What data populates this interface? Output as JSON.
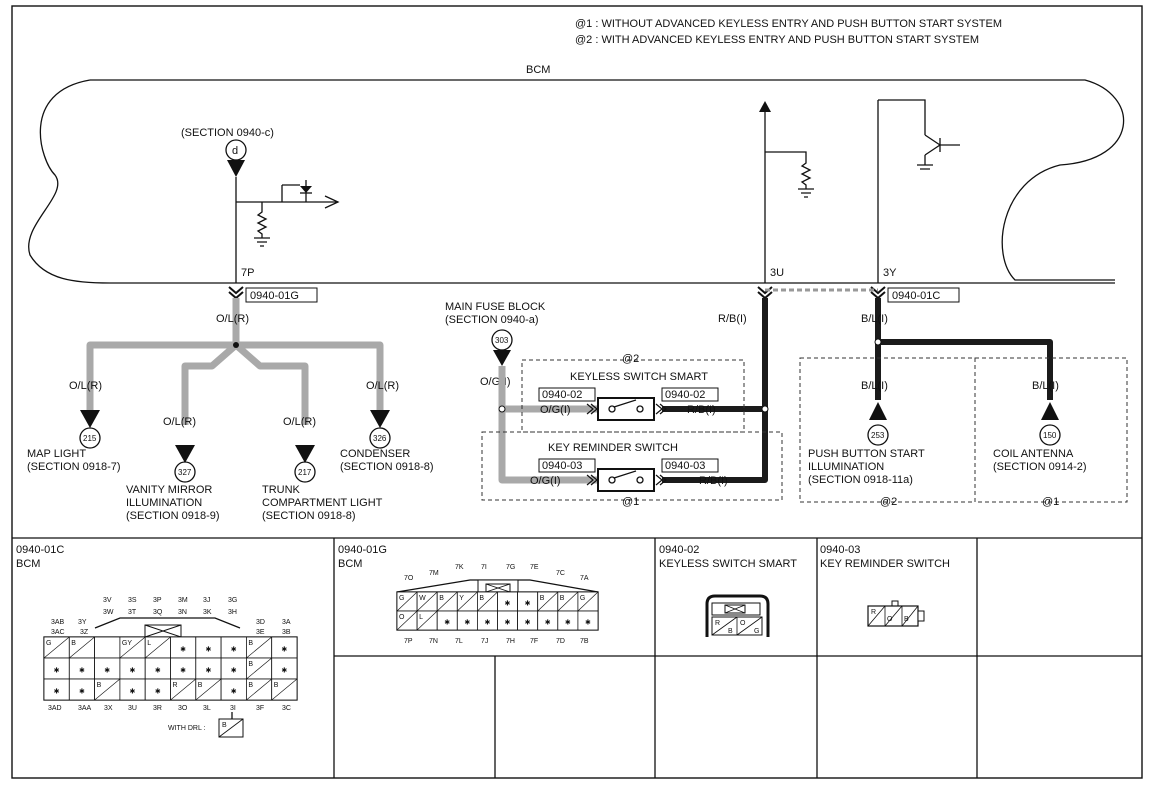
{
  "legend": {
    "note1": "@1 : WITHOUT ADVANCED KEYLESS ENTRY AND PUSH BUTTON START SYSTEM",
    "note2": "@2 : WITH ADVANCED KEYLESS ENTRY AND PUSH BUTTON START SYSTEM"
  },
  "bcm": {
    "title": "BCM",
    "section_ref": "(SECTION 0940-c)",
    "ref_marker": "d",
    "terminals": {
      "t7p": "7P",
      "t3u": "3U",
      "t3y": "3Y"
    },
    "connector_tags": {
      "left": "0940-01G",
      "right": "0940-01C"
    }
  },
  "left_branch": {
    "wire_main": "O/L(R)",
    "wires": [
      "O/L(R)",
      "O/L(R)",
      "O/L(R)",
      "O/L(R)"
    ],
    "loads": [
      {
        "num": "215",
        "line1": "MAP LIGHT",
        "line2": "(SECTION 0918-7)",
        "line3": ""
      },
      {
        "num": "327",
        "line1": "VANITY MIRROR",
        "line2": "ILLUMINATION",
        "line3": "(SECTION 0918-9)"
      },
      {
        "num": "217",
        "line1": "TRUNK",
        "line2": "COMPARTMENT LIGHT",
        "line3": "(SECTION 0918-8)"
      },
      {
        "num": "326",
        "line1": "CONDENSER",
        "line2": "(SECTION 0918-8)",
        "line3": ""
      }
    ]
  },
  "fuse": {
    "title": "MAIN FUSE BLOCK",
    "section": "(SECTION 0940-a)",
    "num": "303",
    "wire": "O/G(I)"
  },
  "switches": {
    "smart": {
      "variant": "@2",
      "title": "KEYLESS SWITCH SMART",
      "conn_left": "0940-02",
      "conn_right": "0940-02",
      "wire_in": "O/G(I)",
      "wire_out": "R/B(I)"
    },
    "reminder": {
      "variant": "@1",
      "title": "KEY REMINDER SWITCH",
      "conn_left": "0940-03",
      "conn_right": "0940-03",
      "wire_in": "O/G(I)",
      "wire_out": "R/B(I)"
    },
    "wire_3u": "R/B(I)"
  },
  "right_branch": {
    "wire_main": "B/L(I)",
    "loads": [
      {
        "num": "253",
        "wire": "B/L(I)",
        "line1": "PUSH BUTTON START",
        "line2": "ILLUMINATION",
        "line3": "(SECTION 0918-11a)",
        "variant": "@2"
      },
      {
        "num": "150",
        "wire": "B/L(I)",
        "line1": "COIL ANTENNA",
        "line2": "(SECTION 0914-2)",
        "line3": "",
        "variant": "@1"
      }
    ]
  },
  "connectors": {
    "c01c": {
      "code": "0940-01C",
      "name": "BCM",
      "top_row1": [
        "3V",
        "3S",
        "3P",
        "3M",
        "3J",
        "3G"
      ],
      "top_row2": [
        "3W",
        "3T",
        "3Q",
        "3N",
        "3K",
        "3H"
      ],
      "left_labels": [
        "3AB",
        "3AC",
        "3Y",
        "3Z"
      ],
      "right_labels": [
        "3D",
        "3A",
        "3E",
        "3B"
      ],
      "bottom_row": [
        "3AD",
        "3AA",
        "3X",
        "3U",
        "3R",
        "3O",
        "3L",
        "3I",
        "3F",
        "3C"
      ],
      "row1_cells": [
        "G",
        "B",
        "",
        "GY",
        "L",
        "✱",
        "✱",
        "✱",
        "B",
        "✱"
      ],
      "row2_cells": [
        "✱",
        "✱",
        "✱",
        "✱",
        "✱",
        "✱",
        "✱",
        "✱",
        "B",
        "✱"
      ],
      "row3_cells": [
        "✱",
        "✱",
        "B",
        "✱",
        "✱",
        "R",
        "B",
        "✱",
        "B",
        "B"
      ],
      "drl_label": "WITH DRL :",
      "drl_cell": "B"
    },
    "c01g": {
      "code": "0940-01G",
      "name": "BCM",
      "top_labels": [
        "7O",
        "7M",
        "7K",
        "7I",
        "7G",
        "7E",
        "7C",
        "7A"
      ],
      "bottom_labels": [
        "7P",
        "7N",
        "7L",
        "7J",
        "7H",
        "7F",
        "7D",
        "7B"
      ],
      "row1_cells": [
        "G",
        "W",
        "B",
        "Y",
        "B",
        "✱",
        "✱",
        "B",
        "B",
        "G"
      ],
      "row2_cells": [
        "O",
        "L",
        "✱",
        "✱",
        "✱",
        "✱",
        "✱",
        "✱",
        "✱",
        "✱"
      ]
    },
    "c02": {
      "code": "0940-02",
      "name": "KEYLESS SWITCH SMART",
      "pins": [
        "R",
        "B",
        "O",
        "G"
      ]
    },
    "c03": {
      "code": "0940-03",
      "name": "KEY REMINDER SWITCH",
      "pins": [
        "R",
        "O",
        "B"
      ]
    }
  }
}
